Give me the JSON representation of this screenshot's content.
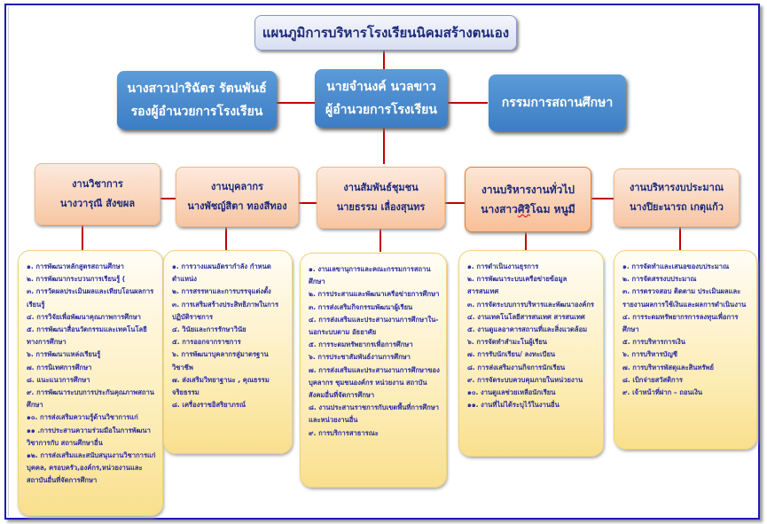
{
  "title": "แผนภูมิการบริหารโรงเรียนนิคมสร้างตนเอง",
  "top_row": {
    "deputy": {
      "name": "นางสาวปาริฉัตร  รัตนพันธ์",
      "role": "รองผู้อำนวยการโรงเรียน"
    },
    "director": {
      "name": "นายจำนงค์  นวลขาว",
      "role": "ผู้อำนวยการโรงเรียน"
    },
    "committee": {
      "name": "กรรมการสถานศึกษา"
    }
  },
  "departments": [
    {
      "name": "งานวิชาการ",
      "head": "นางวารุณี  สังขผล",
      "items": [
        "๑. การพัฒนาหลักสูตรสถานศึกษา",
        "๒. การพัฒนากระบวนการเรียนรู้ (",
        "๓. การวัดผลประเมินผลและเทียบโอนผลการเรียนรู้",
        "๔. การวิจัยเพื่อพัฒนาคุณภาพการศึกษา",
        "๕. การพัฒนาสื่อนวัตกรรมและเทคโนโลยีทางการศึกษา",
        "๖. การพัฒนาแหล่งเรียนรู้",
        "๗. การนิเทศการศึกษา",
        "๘. แนะแนวการศึกษา",
        "๙. การพัฒนาระบบการประกันคุณภาพสถานศึกษา",
        "๑๐. การส่งเสริมความรู้ด้านวิชาการแก่",
        "๑๑ .การประสานความร่วมมือในการพัฒนาวิชาการกับ สถานศึกษาอื่น",
        "๑๒. การส่งเสริมและสนับสนุนงานวิชาการแก่บุคคล, ครอบครัว,องค์กร,หน่วยงานและสถาบันอื่นที่จัดการศึกษา"
      ]
    },
    {
      "name": "งานบุคลากร",
      "head": "นางพัชญ์สิตา  ทองสีทอง",
      "items": [
        "๑. การวางแผนอัตรากำลัง  กำหนดตำแหน่ง",
        "๒. การสรรหาและการบรรจุแต่งตั้ง",
        "๓. การเสริมสร้างประสิทธิภาพในการปฏิบัติราชการ",
        "๔. วินัยและการรักษาวินัย",
        "๕. การออกจากราชการ",
        "๖. การพัฒนาบุคลากรสู่มาตรฐานวิชาชีพ",
        " ๗. ส่งเสริมวิทยาฐานะ , คุณธรรมจริยธรรม",
        "๘. เครื่องราชอิสริยาภรณ์"
      ]
    },
    {
      "name": "งานสัมพันธ์ชุมชน",
      "head": "นายธรรม เลื่องสุนทร",
      "items": [
        "๑. งานเลขานุการและคณะกรรมการสถานศึกษา",
        "๒. การประสานและพัฒนาเครือข่ายการศึกษา",
        "๓. การส่งเสริมกิจกรรมพัฒนาผู้เรียน",
        "๔.  การส่งเสริมและประสานงานการศึกษาใน-นอกระบบตาม  อัธยาศัย",
        "๕. การระดมทรัพยากรเพื่อการศึกษา",
        "๖. การประชาสัมพันธ์งานการศึกษา",
        "๗. การส่งเสริมและประสานงานการศึกษาของบุคลากร ชุมชนองค์กร   หน่วยงาน สถาบันสังคมอื่นที่จัดการศึกษา",
        "๘. งานประสานราชการกับเขตพื้นที่การศึกษาและหน่วยงานอื่น",
        "๙. การบริการสาธารณะ"
      ]
    },
    {
      "name": "งานบริหารงานทั่วไป",
      "head_prefix": "นางสาว",
      "head_misspelled": "ศิริ",
      "head_suffix": "โฉม  หนูมี",
      "items": [
        "๑. การดำเนินงานธุรการ",
        "๒. การพัฒนาระบบเครือข่ายข้อมูลสารสนเทศ",
        "๓. การจัดระบบการบริหารและพัฒนาองค์กร",
        "๔. งานเทคโนโลยีสารสนเทศ   สารสนเทศ",
        "๕. งานดูแลอาคารสถานที่และสิ่งแวดล้อม",
        "๖.  การจัดทำสำมะโนผู้เรียน",
        "๗. การรับนักเรียน/ ลงทะเบียน",
        "๘. การส่งเสริมงานกิจการนักเรียน",
        "๙. การจัดระบบควบคุมภายในหน่วยงาน",
        "๑๐. งานดูแลช่วยเหลือนักเรียน",
        "๑๑.  งานที่ไม่ได้ระบุไว้ในงานอื่น"
      ]
    },
    {
      "name": "งานบริหารงบประมาณ",
      "head": "นางปิยะนารถ  เกตุแก้ว",
      "items": [
        "๑. การจัดทำและเสนอของบประมาณ",
        "๒. การจัดสรรงบประมาณ",
        "๓. การตรวจสอบ ติดตาม ประเมินผลและรายงานผลการใช้เงินและผลการดำเนินงาน",
        "๔. การระดมทรัพยากรการลงทุนเพื่อการศึกษา",
        "๕. การบริหารการเงิน",
        "๖. การบริหารบัญชี",
        "๗. การบริหารพัสดุและสินทรัพย์",
        "๘. เบิกจ่ายสวัสดิการ",
        "๙. เจ้าหน้าที่ฝาก – ถอนเงิน"
      ]
    }
  ],
  "colors": {
    "frame": "#1a1ab8",
    "connector": "#c00000",
    "blue_box": "#4f8fd0",
    "peach_box": "#f9d2b6",
    "list_box": "#fcebb0",
    "text": "#2b2ea0"
  }
}
